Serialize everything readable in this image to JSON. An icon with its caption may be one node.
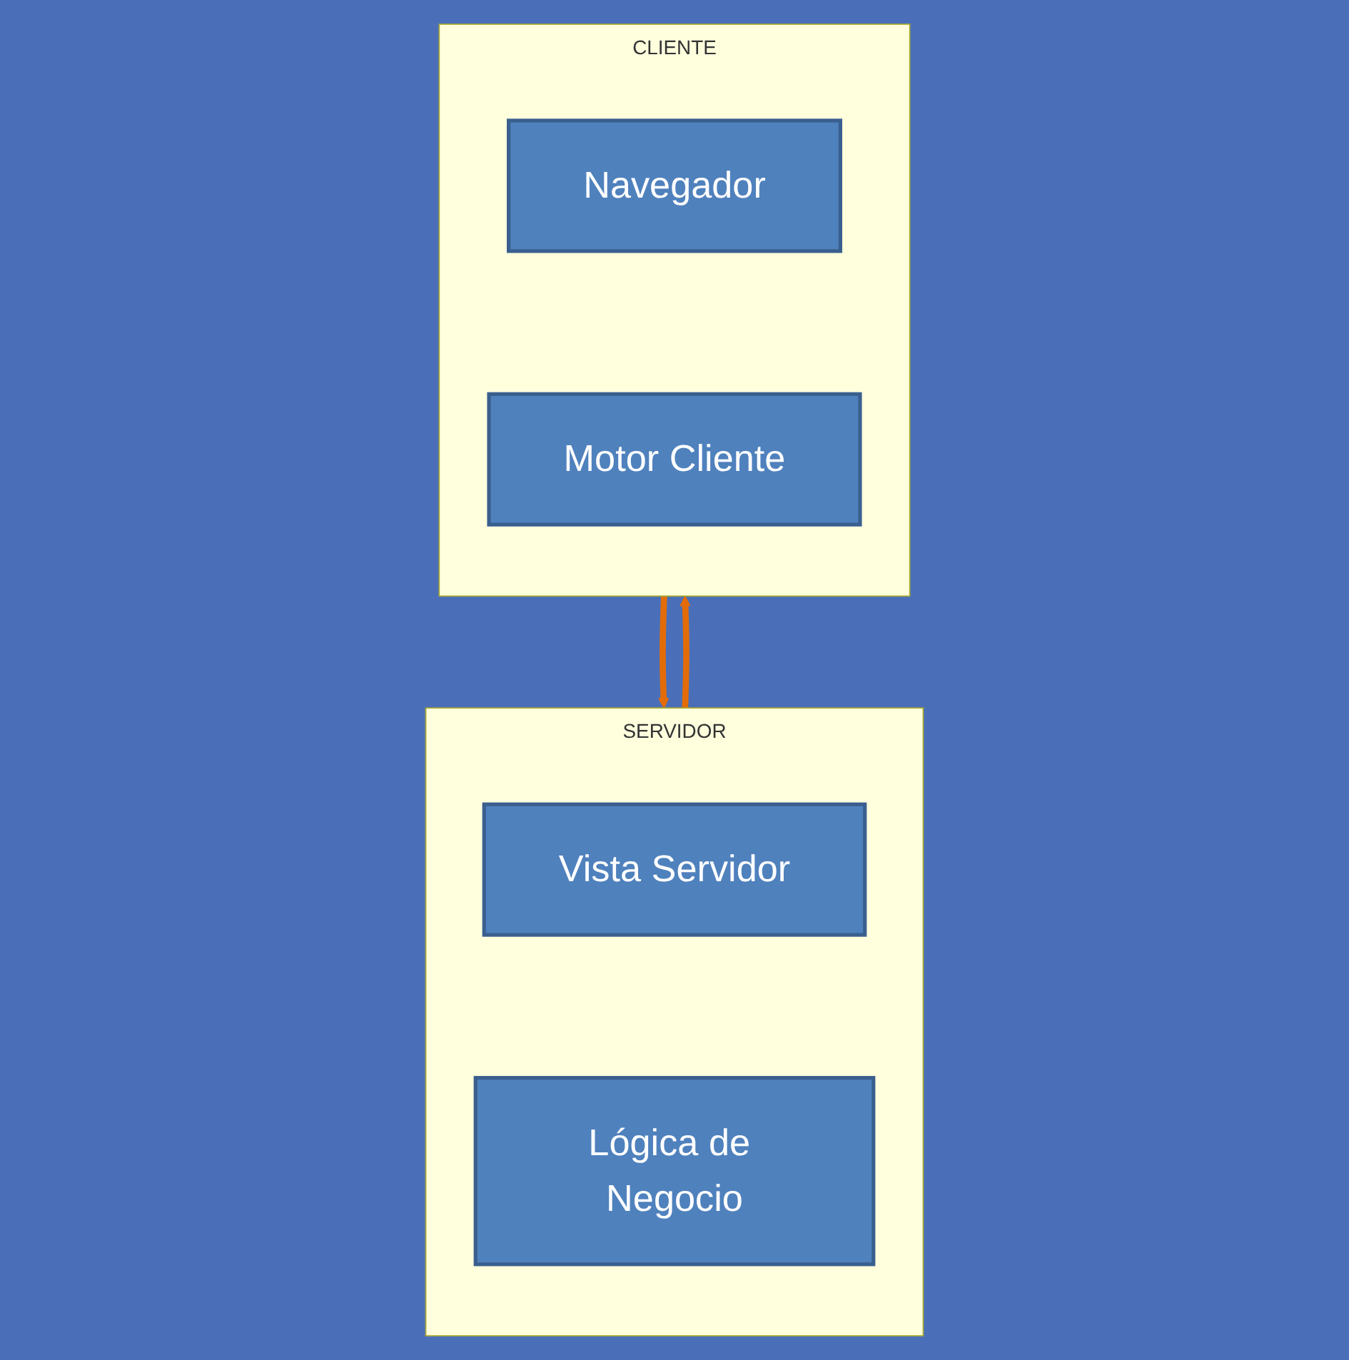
{
  "diagram": {
    "nodes": [
      {
        "text": [
          "SERVIDOR"
        ]
      },
      {
        "text": [
          "Vista Servidor"
        ],
        "in": 0
      },
      {
        "text": [
          "Lógica de Negocio"
        ],
        "in": 0
      },
      {
        "text": [
          "CLIENTE"
        ]
      },
      {
        "text": [
          "Navegador"
        ],
        "in": 3
      },
      {
        "text": [
          "Motor Cliente"
        ],
        "in": 3
      }
    ],
    "edges": [
      {
        "from": 0,
        "to": 3,
        "arrow": "to"
      },
      {
        "from": 3,
        "to": 0,
        "arrow": "to"
      }
    ]
  }
}
